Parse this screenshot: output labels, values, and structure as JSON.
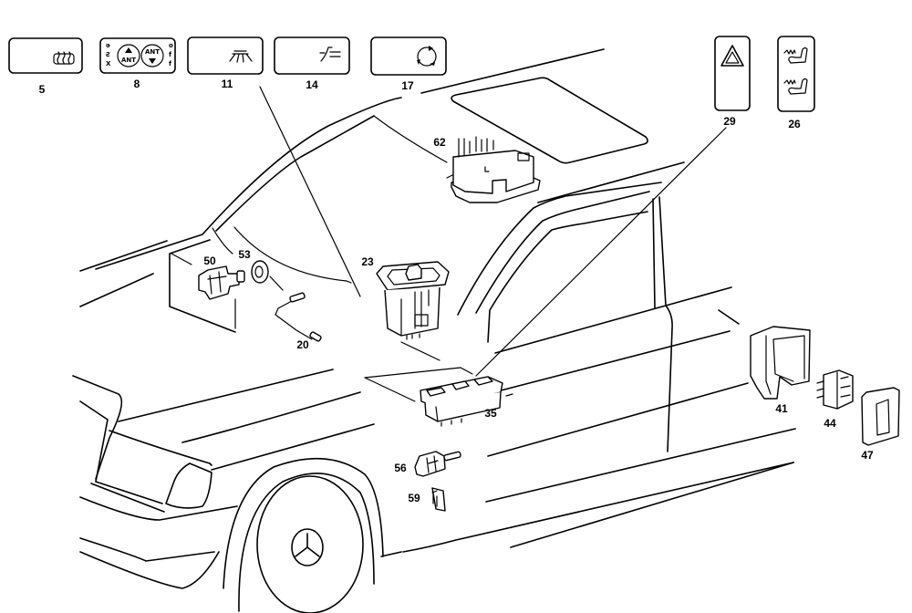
{
  "diagram": {
    "title": "Vehicle switch locations (exploded parts diagram)",
    "colors": {
      "line": "#000000",
      "background": "#ffffff"
    },
    "switch_panels": [
      {
        "id": "5",
        "label": "5",
        "icon": "rear-window-defrost-icon"
      },
      {
        "id": "8",
        "label": "8",
        "icon": "antenna-up-down-icon",
        "button_text": [
          "ANT",
          "ANT"
        ],
        "side_marks_left": [
          "ǝ",
          "Ƨ",
          "X"
        ],
        "side_marks_right": [
          "o",
          "f",
          "f"
        ]
      },
      {
        "id": "11",
        "label": "11",
        "icon": "interior-light-icon"
      },
      {
        "id": "14",
        "label": "14",
        "icon": "headlight-range-icon"
      },
      {
        "id": "17",
        "label": "17",
        "icon": "recirculation-icon"
      },
      {
        "id": "29",
        "label": "29",
        "icon": "hazard-warning-icon"
      },
      {
        "id": "26",
        "label": "26",
        "icon": "seat-heater-icon"
      }
    ],
    "component_labels": [
      {
        "id": "62",
        "label": "62",
        "part": "sunroof-switch"
      },
      {
        "id": "50",
        "label": "50",
        "part": "switch-module"
      },
      {
        "id": "53",
        "label": "53",
        "part": "lamp-socket-ring"
      },
      {
        "id": "20",
        "label": "20",
        "part": "bulb-with-wire"
      },
      {
        "id": "23",
        "label": "23",
        "part": "rocker-switch"
      },
      {
        "id": "35",
        "label": "35",
        "part": "window-switch-block"
      },
      {
        "id": "41",
        "label": "41",
        "part": "switch-frame"
      },
      {
        "id": "44",
        "label": "44",
        "part": "switch-insert"
      },
      {
        "id": "47",
        "label": "47",
        "part": "switch-bezel"
      },
      {
        "id": "56",
        "label": "56",
        "part": "connector"
      },
      {
        "id": "59",
        "label": "59",
        "part": "clip"
      }
    ]
  }
}
